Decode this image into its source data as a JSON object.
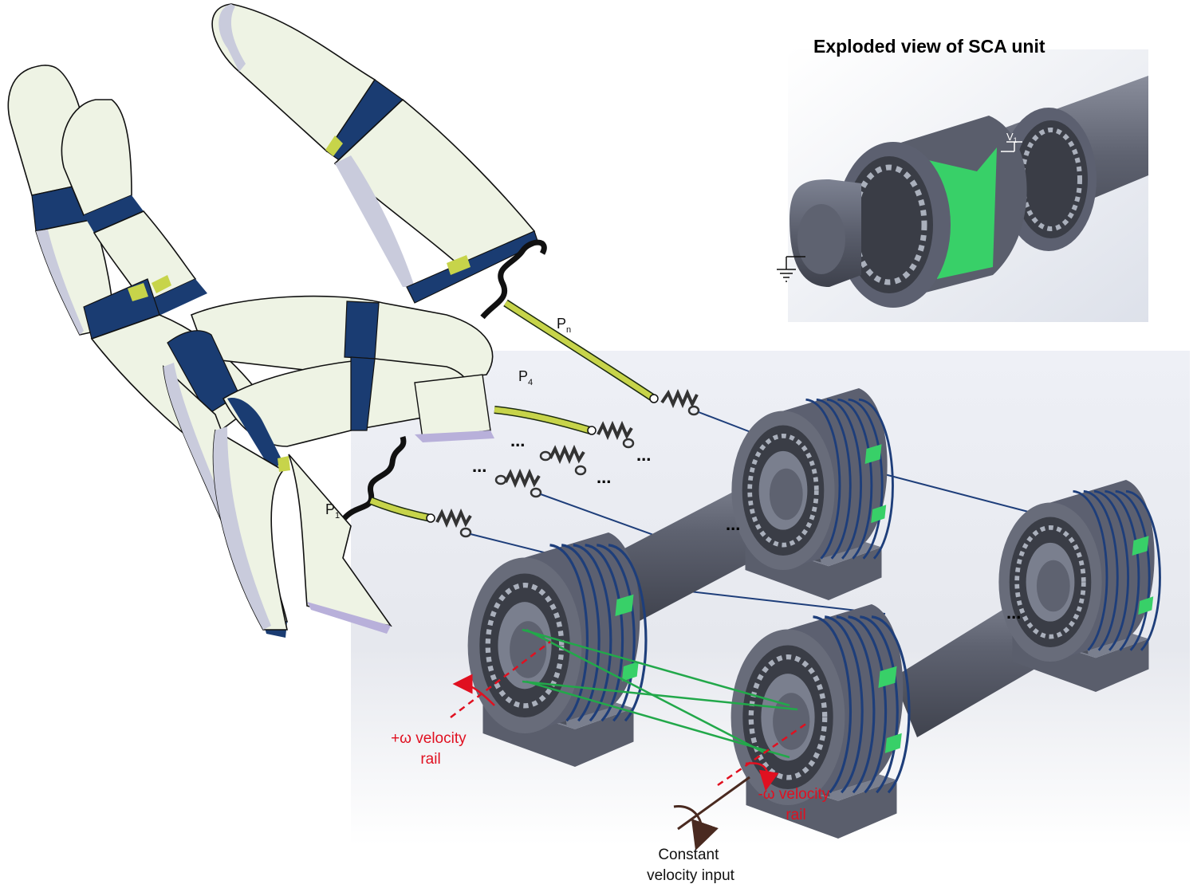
{
  "title": "Exploded view of SCA unit",
  "voltage_label": "V",
  "voltage_sub": "1",
  "pulley_labels": [
    {
      "main": "P",
      "sub": "n"
    },
    {
      "main": "P",
      "sub": "4"
    },
    {
      "main": "P",
      "sub": "1"
    }
  ],
  "ellipsis": "...",
  "rails": {
    "positive": [
      "+ω velocity",
      "rail"
    ],
    "negative": [
      "-ω velocity",
      "rail"
    ]
  },
  "input_label": [
    "Constant",
    "velocity input"
  ],
  "colors": {
    "finger": "#eef3e4",
    "finger_shadow": "#c9cbdc",
    "joint_band": "#1a3c72",
    "pad": "#c7d44a",
    "metal": "#5c6070",
    "metal_light": "#8a8f9d",
    "cable_blue": "#1e3e7a",
    "cable_green": "#22a84a",
    "highlight_green": "#38d068",
    "red_arrow": "#e01020",
    "brown_arrow": "#4a2a20"
  }
}
